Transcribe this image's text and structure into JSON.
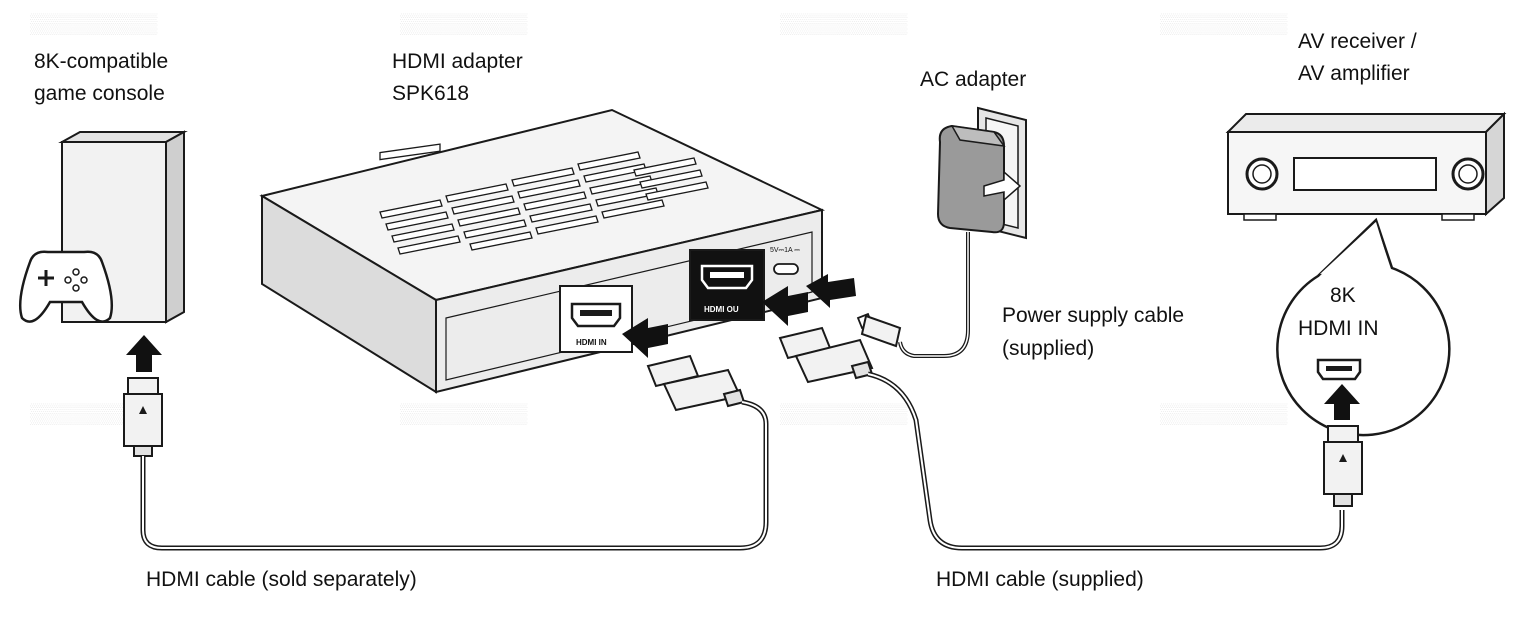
{
  "labels": {
    "console_line1": "8K-compatible",
    "console_line2": "game console",
    "adapter_line1": "HDMI adapter",
    "adapter_line2": "SPK618",
    "ac_adapter": "AC adapter",
    "receiver_line1": "AV receiver /",
    "receiver_line2": "AV amplifier",
    "callout_line1": "8K",
    "callout_line2": "HDMI IN",
    "power_cable_line1": "Power supply cable",
    "power_cable_line2": "(supplied)",
    "hdmi_cable_left": "HDMI cable (sold separately)",
    "hdmi_cable_right": "HDMI cable (supplied)"
  },
  "ports": {
    "hdmi_in": "HDMI IN",
    "hdmi_out": "HDMI OU",
    "power_in": "5V⎓1A ⎓"
  },
  "colors": {
    "line": "#1a1a1a",
    "fill_light": "#f2f2f2",
    "fill_mid": "#e2e2e2",
    "fill_dark": "#cfcfcf",
    "black": "#111111"
  },
  "icons": [
    "game-controller-icon",
    "arrow-up-icon",
    "arrow-right-icon",
    "wall-outlet-icon",
    "hdmi-port-icon"
  ]
}
